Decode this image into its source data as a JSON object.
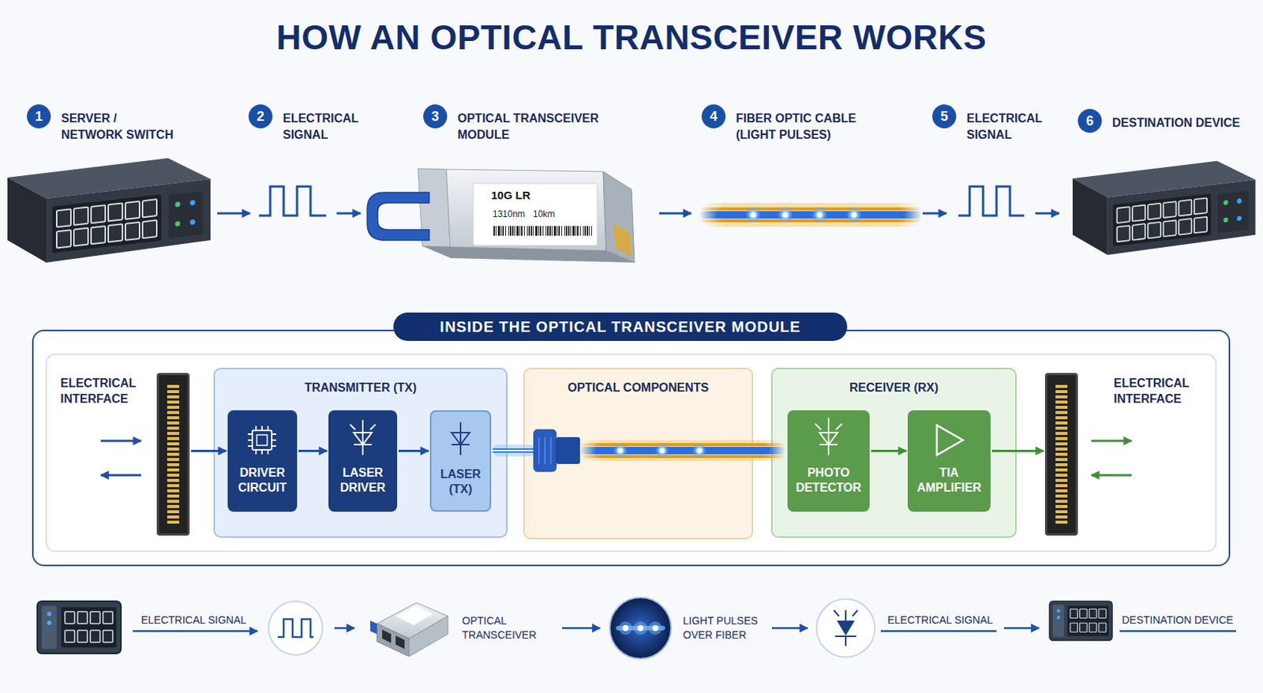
{
  "diagram": {
    "title": "HOW AN OPTICAL TRANSCEIVER WORKS",
    "nodes": [
      {
        "text": [
          "1",
          "SERVER / NETWORK SWITCH"
        ]
      },
      {
        "text": [
          "2",
          "ELECTRICAL SIGNAL"
        ]
      },
      {
        "text": [
          "3",
          "OPTICAL TRANSCEIVER MODULE"
        ]
      },
      {
        "text": [
          "4",
          "FIBER OPTIC CABLE (LIGHT PULSES)"
        ]
      },
      {
        "text": [
          "5",
          "ELECTRICAL SIGNAL"
        ]
      },
      {
        "text": [
          "6",
          "DESTINATION DEVICE"
        ]
      },
      {
        "text": [
          "INSIDE THE OPTICAL TRANSCEIVER MODULE"
        ]
      },
      {
        "text": [
          "ELECTRICAL INTERFACE"
        ],
        "in": 6
      },
      {
        "text": [
          "TRANSMITTER (TX)"
        ],
        "in": 6
      },
      {
        "text": [
          "DRIVER CIRCUIT"
        ],
        "in": 8
      },
      {
        "text": [
          "LASER DRIVER"
        ],
        "in": 8
      },
      {
        "text": [
          "LASER (TX)"
        ],
        "in": 8
      },
      {
        "text": [
          "OPTICAL COMPONENTS"
        ],
        "in": 6
      },
      {
        "text": [
          "RECEIVER (RX)"
        ],
        "in": 6
      },
      {
        "text": [
          "PHOTO DETECTOR"
        ],
        "in": 13
      },
      {
        "text": [
          "TIA AMPLIFIER"
        ],
        "in": 13
      },
      {
        "text": [
          "ELECTRICAL INTERFACE"
        ],
        "in": 6
      }
    ],
    "edges": [
      {
        "from": 7,
        "to": 9,
        "arrow": "to"
      },
      {
        "from": 9,
        "to": 10,
        "arrow": "to"
      },
      {
        "from": 10,
        "to": 11,
        "arrow": "to"
      },
      {
        "from": 14,
        "to": 15,
        "arrow": "to"
      },
      {
        "from": 15,
        "to": 16,
        "arrow": "to"
      }
    ],
    "labels": [
      "10G LR",
      "1310nm",
      "10km",
      "ELECTRICAL SIGNAL",
      "OPTICAL TRANSCEIVER",
      "LIGHT PULSES OVER FIBER",
      "ELECTRICAL SIGNAL",
      "DESTINATION DEVICE"
    ]
  }
}
